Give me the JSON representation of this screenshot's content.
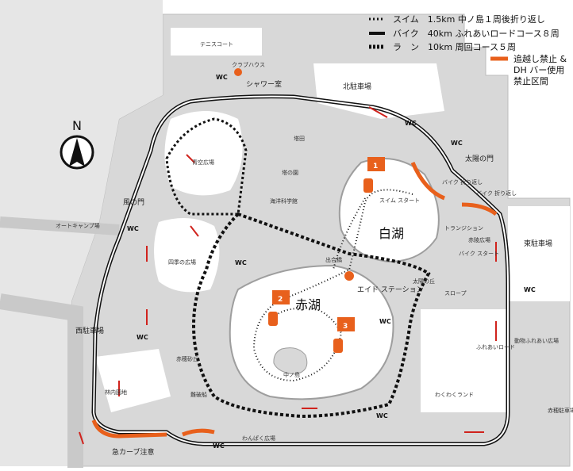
{
  "legend": {
    "swim": "スイム　1.5km 中ノ島１周後折り返し",
    "bike": "バイク　40km ふれあいロードコース８周",
    "run": "ラ　ン　10km 周回コース５周",
    "no_pass_line1": "追越し禁止 &",
    "no_pass_line2": "DH バー使用",
    "no_pass_line3": "禁止区間"
  },
  "compass": {
    "label": "N"
  },
  "places": {
    "tennis_court": "テニスコート",
    "club_house": "クラブハウス",
    "shower_room": "シャワー室",
    "north_parking": "北駐車場",
    "sun_gate": "太陽の門",
    "east_parking": "東駐車場",
    "wind_gate": "風の門",
    "west_parking": "西駐車場",
    "autocamp": "オートキャンプ場",
    "blue_sky_plaza": "青空広場",
    "four_seasons_plaza": "四季の広場",
    "tower_field": "塔田",
    "tower_garden": "塔の園",
    "marine_science_hall": "海洋科学館",
    "white_lake": "白湖",
    "red_lake": "赤湖",
    "nakanoshima": "中ノ島",
    "sun_hill": "太陽の丘",
    "red_dune": "赤穂砂丘",
    "forest_garden": "林内園地",
    "fureai_road": "ふれあいロード",
    "waku_land": "わくわくランド",
    "wanpaku_plaza": "わんぱく広場",
    "animal_plaza": "動物ふれあい広場",
    "red_parking": "赤穂駐車場",
    "sun_parking": "赤陵広場",
    "ship": "難破船",
    "sharp_curve": "急カーブ注意",
    "swim_start": "スイム\nスタート",
    "bike_start": "バイク\nスタート",
    "bike_lap": "バイク\n折り返し",
    "aid_station": "エイド\nステーション",
    "bike_lap2": "バイク\n折り返し",
    "start_sign": "出合橋",
    "transition": "トランジション",
    "slope": "スロープ"
  },
  "buoys": [
    "1",
    "2",
    "3"
  ],
  "wc_label": "WC",
  "colors": {
    "orange": "#e8601c",
    "road": "#d9d9d9",
    "water": "#ffffff",
    "track": "#111111"
  }
}
